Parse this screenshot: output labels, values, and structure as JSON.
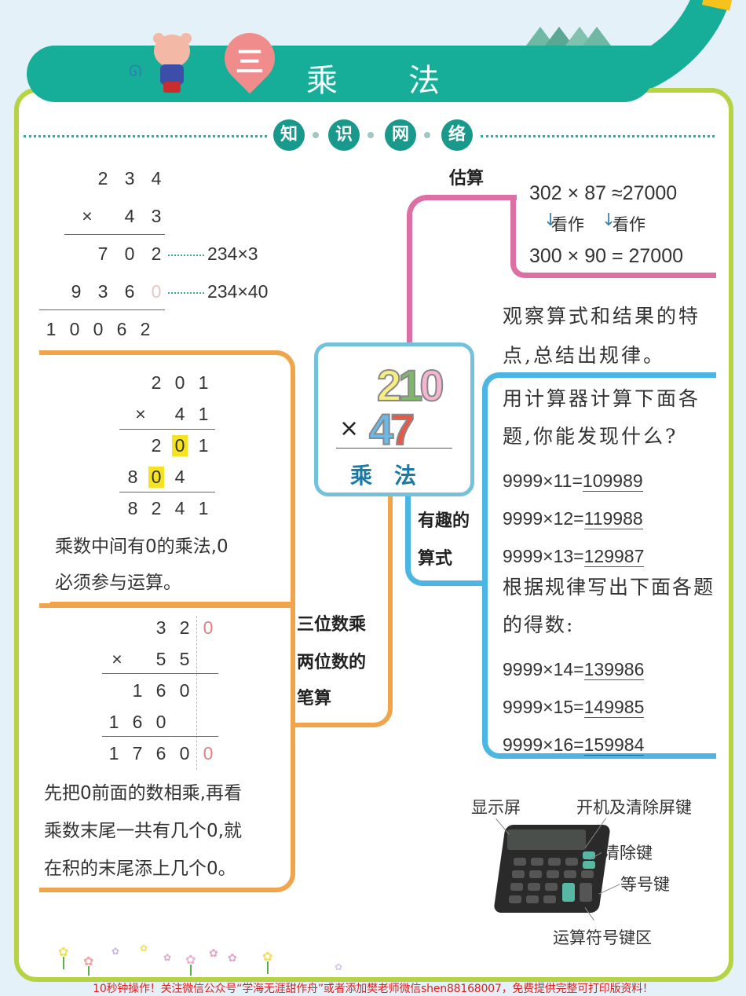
{
  "header": {
    "chapter_number": "三",
    "title": "乘法",
    "section_heading": [
      "知",
      "识",
      "网",
      "络"
    ]
  },
  "calc_234x43": {
    "multiplicand": [
      "2",
      "3",
      "4"
    ],
    "multiplier": [
      "×",
      "4",
      "3"
    ],
    "partial1": [
      "7",
      "0",
      "2"
    ],
    "partial1_note": "234×3",
    "partial2": [
      "9",
      "3",
      "6",
      "0"
    ],
    "partial2_note": "234×40",
    "product": [
      "1",
      "0",
      "0",
      "6",
      "2"
    ]
  },
  "branch_zero_middle": {
    "multiplicand": [
      "2",
      "0",
      "1"
    ],
    "multiplier": [
      "×",
      "4",
      "1"
    ],
    "partial1": [
      "2",
      "0",
      "1"
    ],
    "partial2": [
      "8",
      "0",
      "4"
    ],
    "product": [
      "8",
      "2",
      "4",
      "1"
    ],
    "rule_text_line1": "乘数中间有0的乘法,0",
    "rule_text_line2": "必须参与运算。",
    "highlight_color": "#f5e322"
  },
  "branch_zero_end": {
    "multiplicand": [
      "3",
      "2",
      "0"
    ],
    "multiplier": [
      "×",
      "5",
      "5"
    ],
    "partial1": [
      "1",
      "6",
      "0"
    ],
    "partial2": [
      "1",
      "6",
      "0"
    ],
    "product": [
      "1",
      "7",
      "6",
      "0",
      "0"
    ],
    "rule_text_line1": "先把0前面的数相乘,再看",
    "rule_text_line2": "乘数末尾一共有几个0,就",
    "rule_text_line3": "在积的末尾添上几个0。"
  },
  "branch_written": {
    "label_line1": "三位数乘",
    "label_line2": "两位数的",
    "label_line3": "笔算",
    "color": "#f2a44a"
  },
  "branch_estimate": {
    "label": "估算",
    "line1": "302 × 87 ≈27000",
    "arrow_label_1": "看作",
    "arrow_label_2": "看作",
    "line3": "300 × 90 = 27000",
    "color": "#dd6fa4"
  },
  "observe_text": {
    "line1": "观察算式和结果的特",
    "line2": "点,总结出规律。"
  },
  "center": {
    "top_number": "210",
    "bottom_number": "47",
    "operator": "×",
    "title": "乘法"
  },
  "branch_fun": {
    "label_line1": "有趣的",
    "label_line2": "算式",
    "intro_line1": "用计算器计算下面各",
    "intro_line2": "题,你能发现什么?",
    "given": [
      {
        "expr": "9999×11=",
        "answer": "109989"
      },
      {
        "expr": "9999×12=",
        "answer": "119988"
      },
      {
        "expr": "9999×13=",
        "answer": "129987"
      }
    ],
    "task_line1": "根据规律写出下面各题",
    "task_line2": "的得数:",
    "answers": [
      {
        "expr": "9999×14=",
        "answer": "139986"
      },
      {
        "expr": "9999×15=",
        "answer": "149985"
      },
      {
        "expr": "9999×16=",
        "answer": "159984"
      }
    ],
    "color": "#4bb5e3"
  },
  "calculator": {
    "labels": {
      "display": "显示屏",
      "power_clear": "开机及清除屏键",
      "clear": "清除键",
      "equals": "等号键",
      "operators": "运算符号键区"
    }
  },
  "footer": {
    "notice": "10秒钟操作！关注微信公众号“学海无涯甜作舟”或者添加樊老师微信shen88168007，免费提供完整可打印版资料！"
  },
  "colors": {
    "banner": "#16ae98",
    "panel_border": "#b5d343",
    "badge": "#f08c8c",
    "section_circle": "#19998b"
  }
}
